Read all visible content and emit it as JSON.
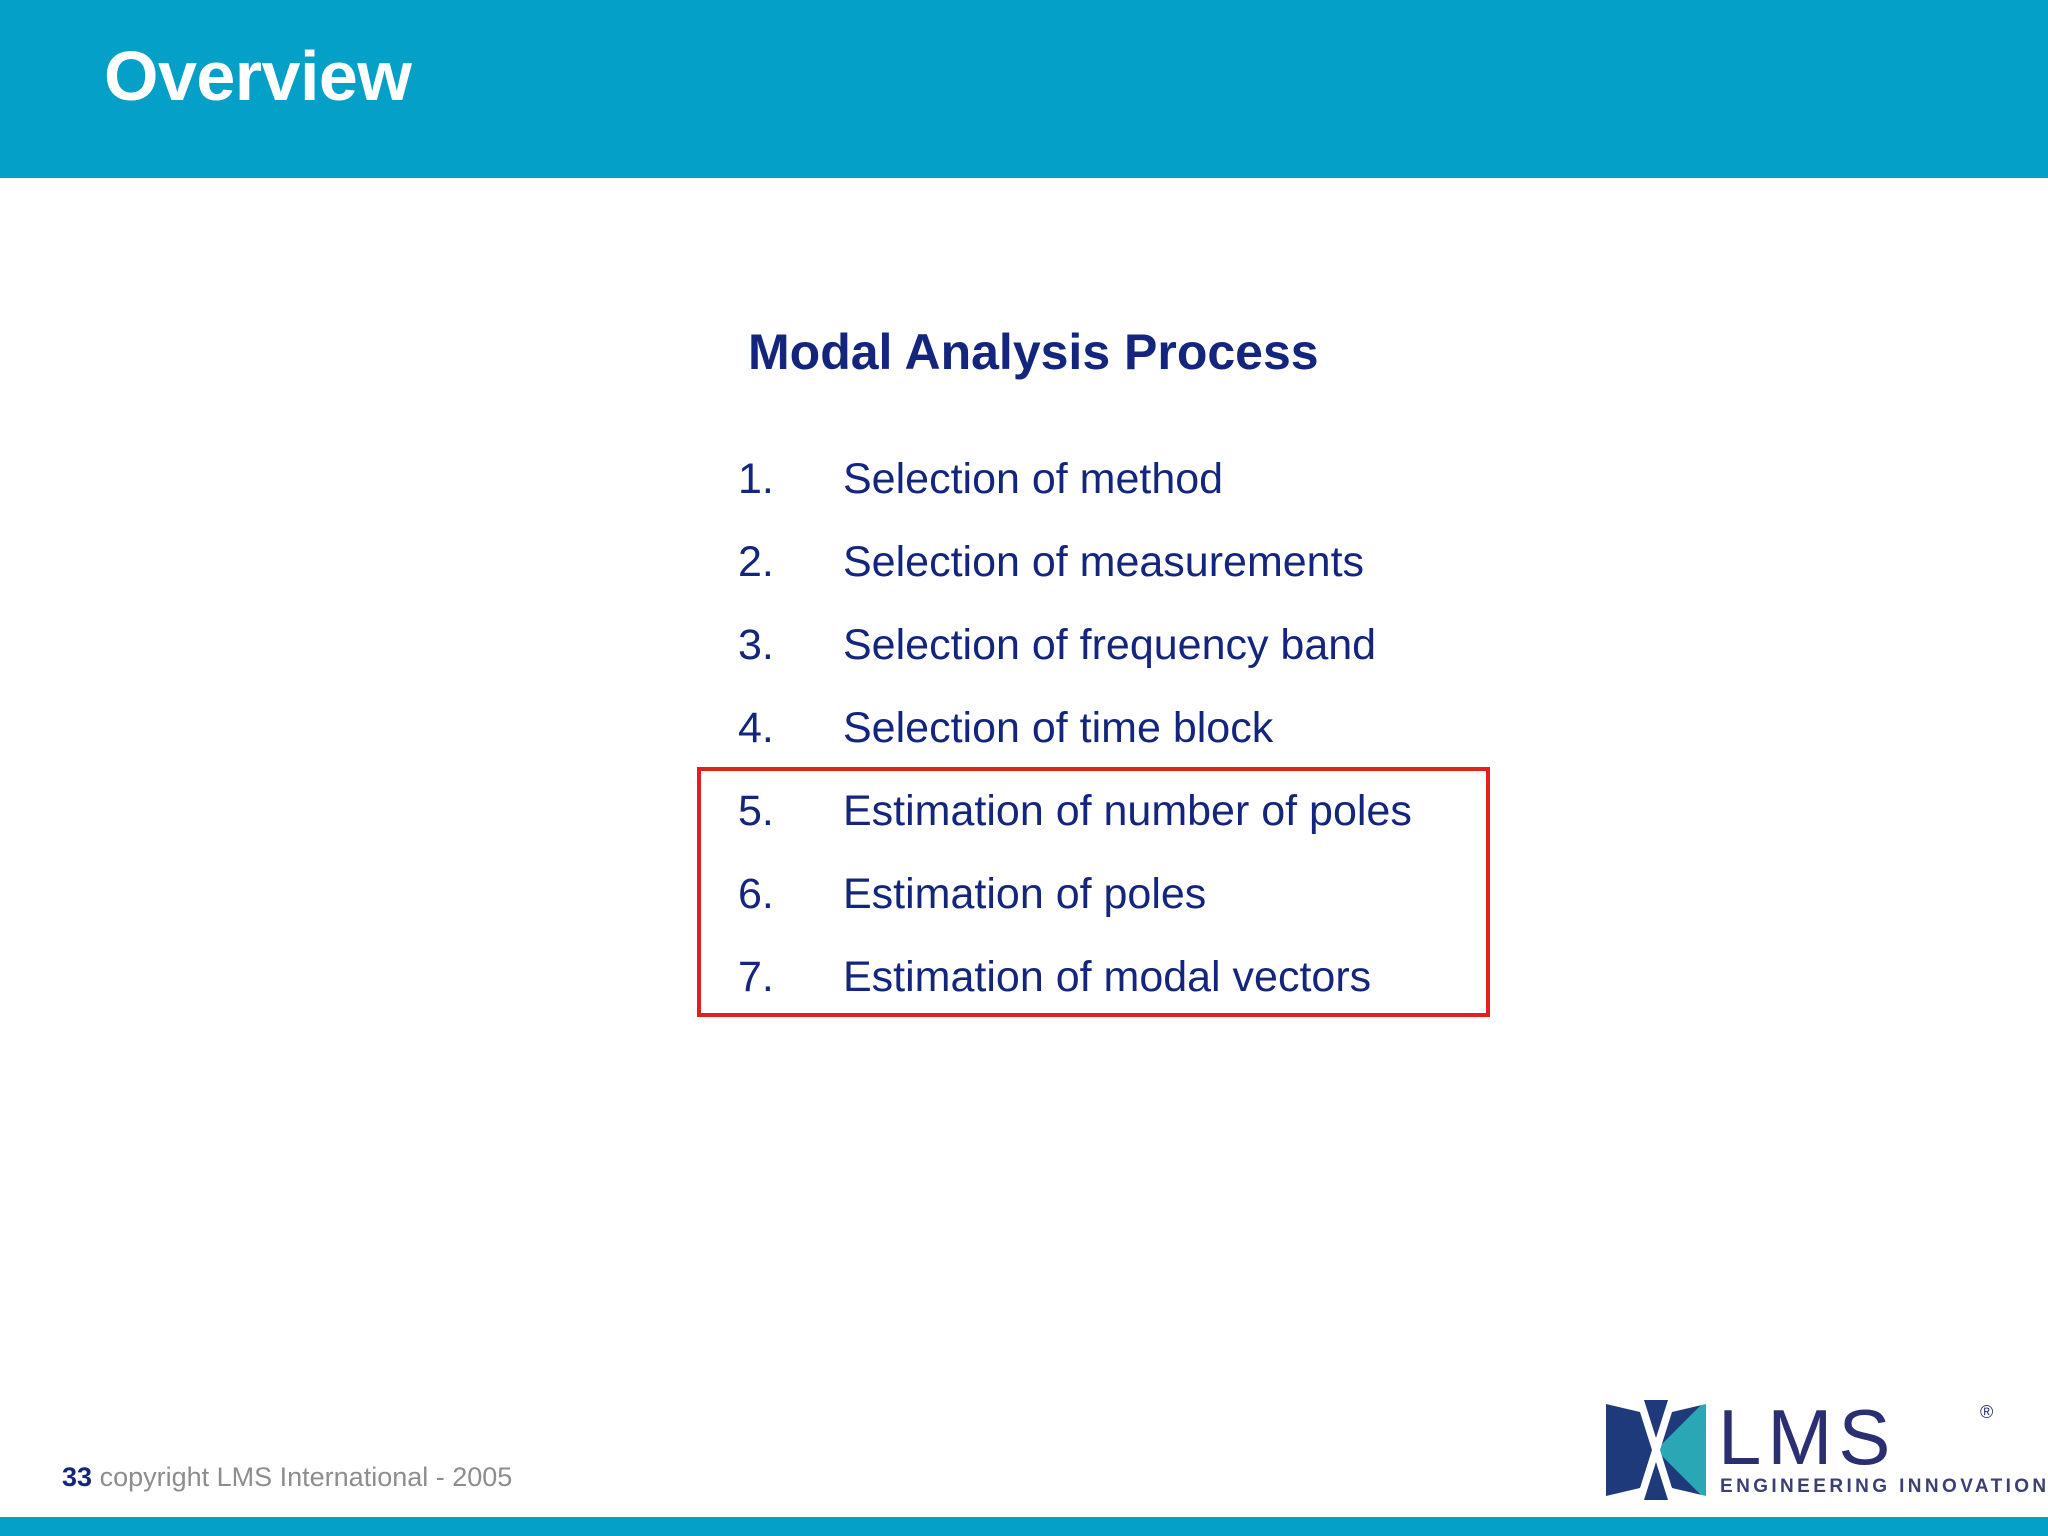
{
  "slide": {
    "title": "Overview",
    "heading": "Modal Analysis Process"
  },
  "process_list": [
    {
      "number": "1.",
      "label": "Selection of method"
    },
    {
      "number": "2.",
      "label": "Selection of measurements"
    },
    {
      "number": "3.",
      "label": "Selection of frequency band"
    },
    {
      "number": "4.",
      "label": "Selection of time block"
    },
    {
      "number": "5.",
      "label": "Estimation of number of poles"
    },
    {
      "number": "6.",
      "label": "Estimation of poles"
    },
    {
      "number": "7.",
      "label": "Estimation of modal vectors"
    }
  ],
  "highlight": {
    "covers_items": [
      "5.",
      "6.",
      "7."
    ],
    "border_color": "#e2211c"
  },
  "footer": {
    "page_number": "33",
    "copyright": "copyright LMS International - 2005"
  },
  "logo": {
    "wordmark": "LMS",
    "registered": "®",
    "tagline": "ENGINEERING INNOVATION"
  },
  "colors": {
    "banner_teal": "#05a0c8",
    "text_navy": "#14257e",
    "highlight_red": "#e2211c",
    "footer_gray": "#8d8d8d",
    "logo_navy": "#2b2f72",
    "logo_teal": "#2aa7b5",
    "background": "#ffffff"
  }
}
